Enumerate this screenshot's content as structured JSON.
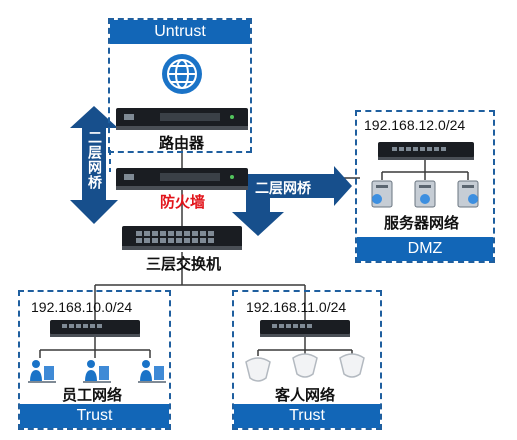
{
  "zones": {
    "untrust": {
      "label": "Untrust"
    },
    "dmz": {
      "label": "DMZ",
      "subnet": "192.168.12.0/24",
      "caption": "服务器网络"
    },
    "trust_staff": {
      "label": "Trust",
      "subnet": "192.168.10.0/24",
      "caption": "员工网络"
    },
    "trust_guest": {
      "label": "Trust",
      "subnet": "192.168.11.0/24",
      "caption": "客人网络"
    }
  },
  "devices": {
    "router": {
      "label": "路由器"
    },
    "firewall": {
      "label": "防火墙"
    },
    "core_switch": {
      "label": "三层交换机"
    }
  },
  "bridges": {
    "vertical": "二层网桥",
    "horizontal": "二层网桥"
  },
  "colors": {
    "zone_fill": "#1266b7",
    "arrow": "#174f8c",
    "firewall_label": "#e2141b",
    "device_body": "#1a1d22"
  },
  "icons": {
    "internet": "globe-icon",
    "servers": "server-icon",
    "staff": "person-computer-icon",
    "guest": "wireless-ap-icon"
  }
}
